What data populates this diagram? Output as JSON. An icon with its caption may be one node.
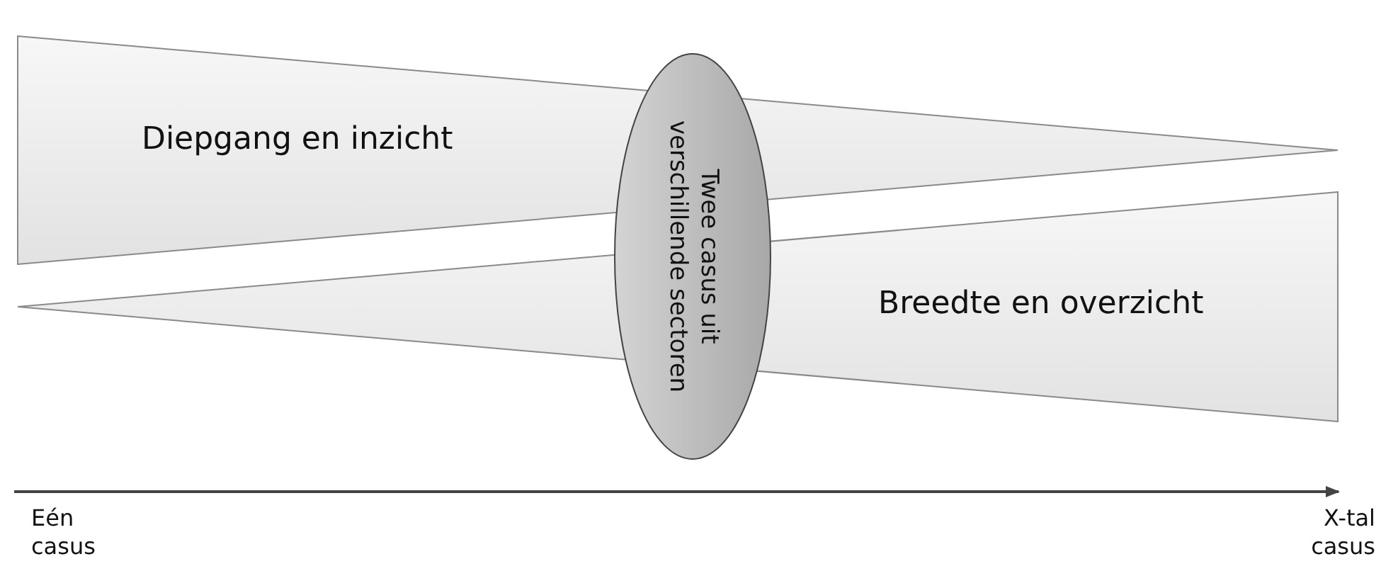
{
  "diagram": {
    "nodes": [
      {
        "text": [
          "Diepgang en inzicht"
        ]
      },
      {
        "text": [
          "Breedte en overzicht"
        ]
      },
      {
        "text": [
          "Twee casus uit verschillende sectoren"
        ]
      }
    ],
    "labels": [
      "Eén casus",
      "X-tal casus"
    ]
  }
}
